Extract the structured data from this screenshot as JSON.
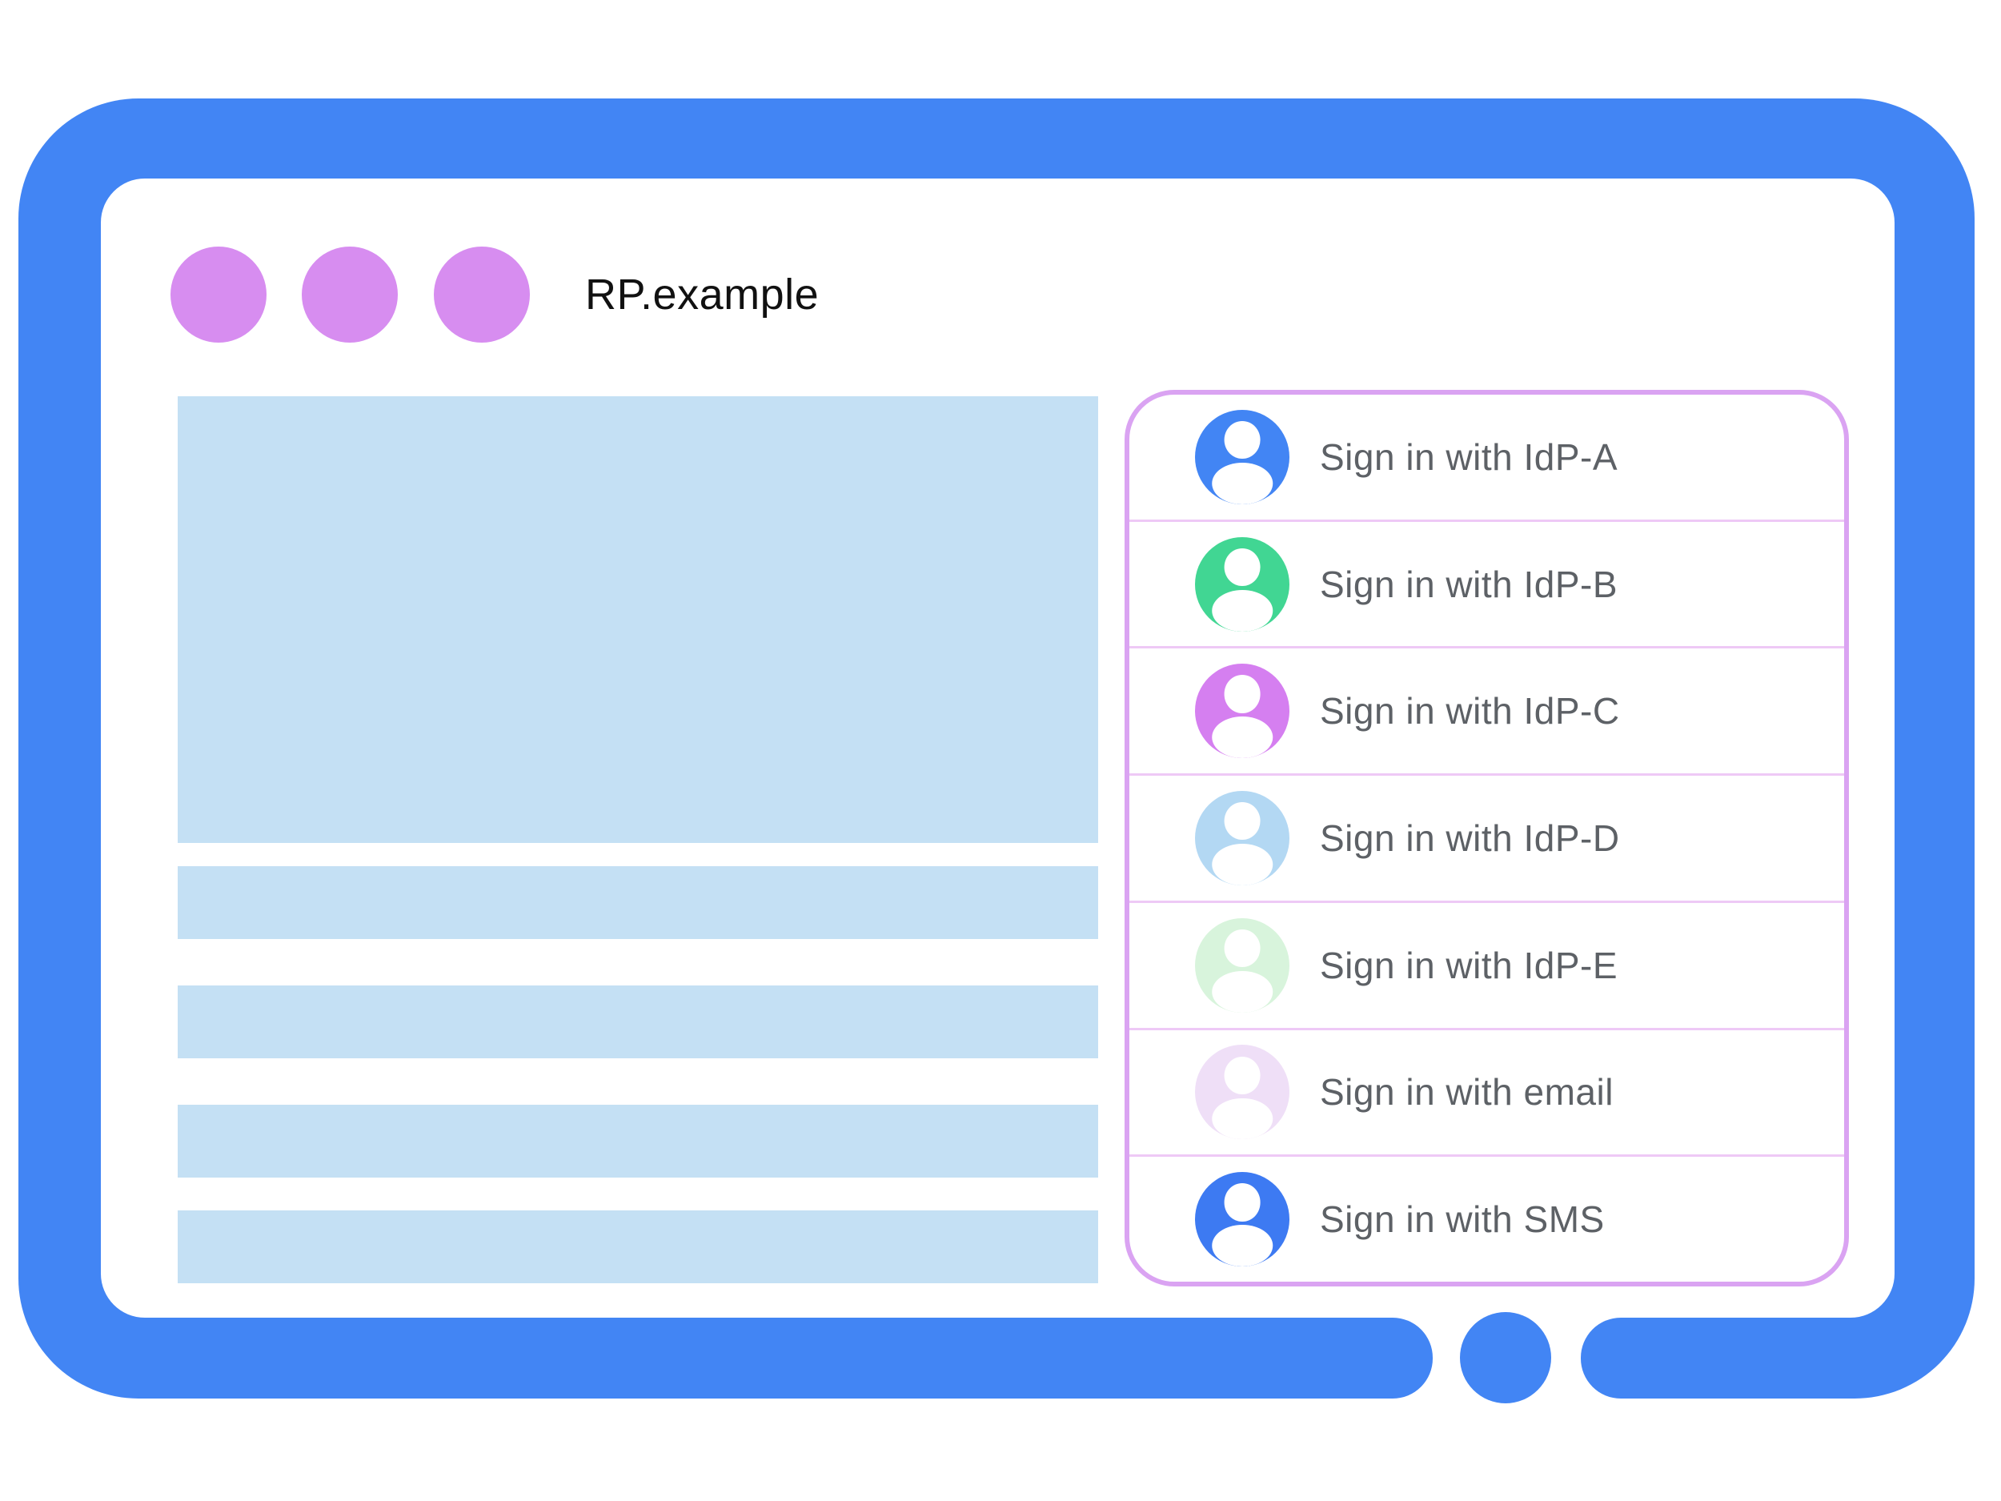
{
  "window": {
    "title": "RP.example",
    "controls": [
      "dot",
      "dot",
      "dot"
    ]
  },
  "colors": {
    "frame_blue": "#4285f4",
    "content_placeholder_blue": "#c4e0f4",
    "window_dot_purple": "#d78df0",
    "panel_border_purple": "#daa3f2",
    "divider_pink": "#eec9f6",
    "label_gray": "#5d6166",
    "title_black": "#111111"
  },
  "signin": {
    "options": [
      {
        "label": "Sign in with IdP-A",
        "avatar_color": "#4285f4"
      },
      {
        "label": "Sign in with IdP-B",
        "avatar_color": "#41d693"
      },
      {
        "label": "Sign in with IdP-C",
        "avatar_color": "#d57ff0"
      },
      {
        "label": "Sign in with IdP-D",
        "avatar_color": "#b3d8f3"
      },
      {
        "label": "Sign in with IdP-E",
        "avatar_color": "#d8f4dc"
      },
      {
        "label": "Sign in with email",
        "avatar_color": "#efdff7"
      },
      {
        "label": "Sign in with SMS",
        "avatar_color": "#3d7af2"
      }
    ]
  }
}
